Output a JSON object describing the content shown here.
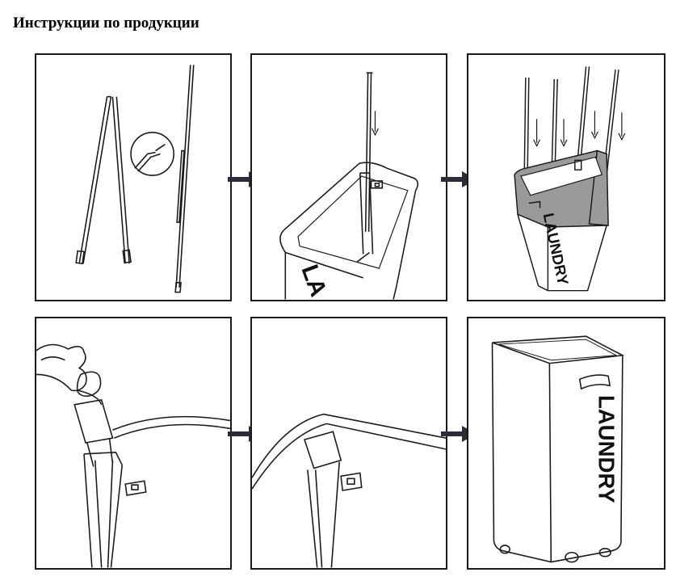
{
  "page": {
    "title": "Инструкции по продукции"
  },
  "steps": [
    {
      "id": 1,
      "icon": "rods-and-joint-detail"
    },
    {
      "id": 2,
      "icon": "insert-rod-into-corner-sleeve"
    },
    {
      "id": 3,
      "icon": "insert-four-rods"
    },
    {
      "id": 4,
      "icon": "fit-rod-end-closeup"
    },
    {
      "id": 5,
      "icon": "tuck-sleeve-closeup"
    },
    {
      "id": 6,
      "icon": "assembled-laundry-basket"
    }
  ],
  "basket": {
    "label": "LAUNDRY"
  },
  "colors": {
    "line": "#1a1a1a",
    "band": "#9a9a9a",
    "arrow": "#2e2a3a"
  }
}
